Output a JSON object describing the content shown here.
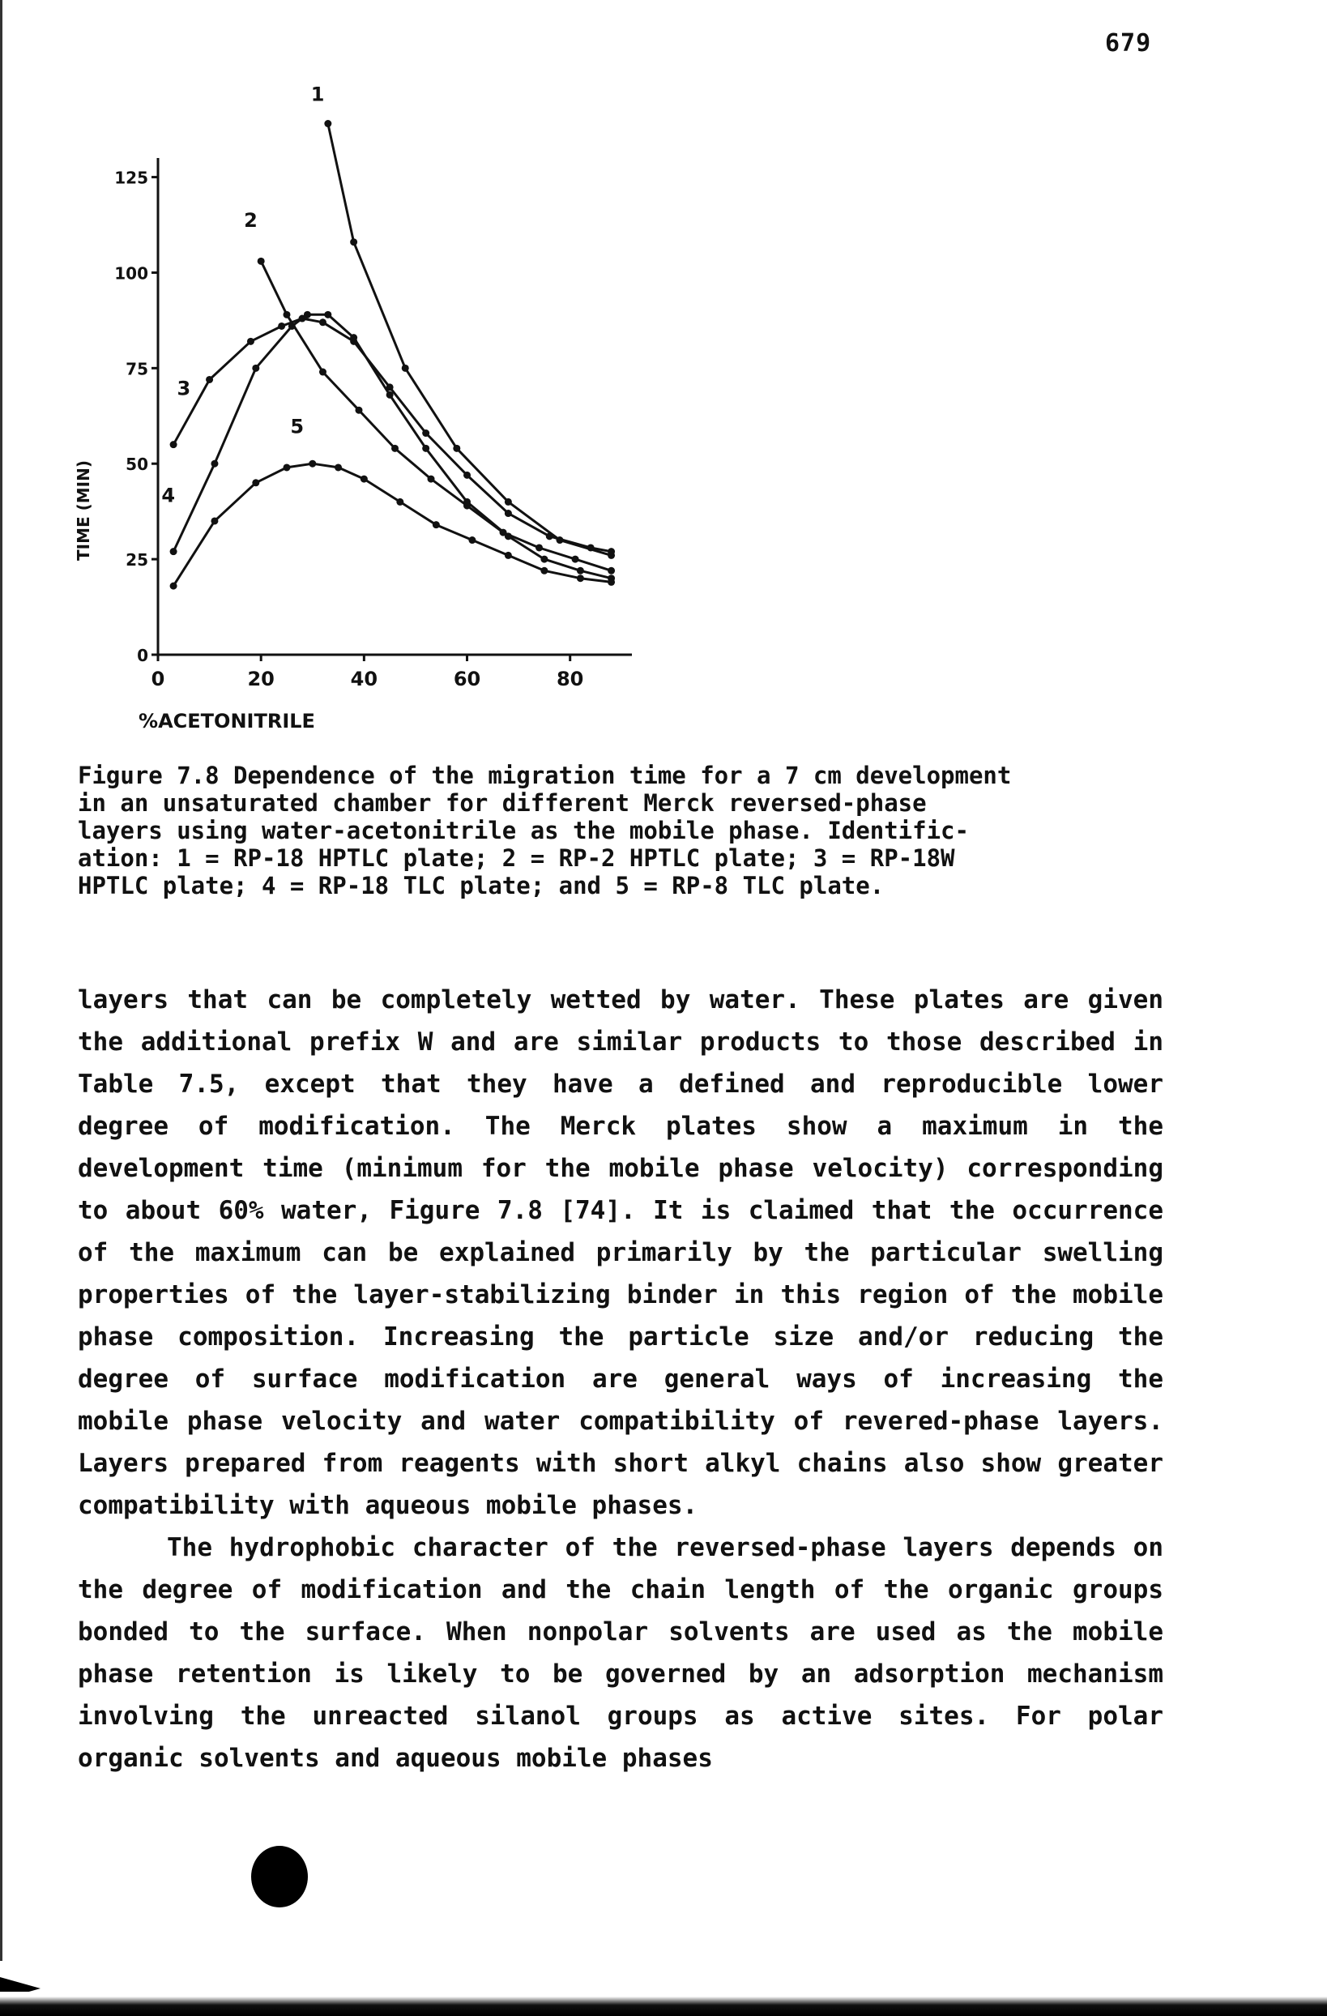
{
  "page": {
    "number": "679"
  },
  "figure": {
    "caption": "Figure 7.8 Dependence of the migration time for a 7 cm development\nin an unsaturated chamber for different Merck reversed-phase\nlayers using water-acetonitrile as the mobile phase. Identific-\nation: 1 = RP-18 HPTLC plate; 2 = RP-2 HPTLC plate; 3 = RP-18W\nHPTLC plate; 4 = RP-18 TLC plate; and 5 = RP-8 TLC plate."
  },
  "chart_data": {
    "type": "line",
    "xlabel": "%ACETONITRILE",
    "ylabel": "TIME (MIN)",
    "xlim": [
      0,
      92
    ],
    "ylim": [
      0,
      130
    ],
    "x_ticks": [
      0,
      20,
      40,
      60,
      80
    ],
    "x_tick_labels": [
      "0",
      "20",
      "40",
      "60",
      "80"
    ],
    "y_ticks": [
      0,
      25,
      50,
      75,
      100,
      125
    ],
    "y_tick_labels": [
      "0",
      "25",
      "50",
      "75",
      "100",
      "125"
    ],
    "grid": false,
    "series": [
      {
        "name": "1",
        "x": [
          33,
          38,
          48,
          58,
          68,
          78,
          88
        ],
        "y": [
          139,
          108,
          75,
          54,
          40,
          30,
          26
        ]
      },
      {
        "name": "2",
        "x": [
          20,
          25,
          32,
          39,
          46,
          53,
          60,
          67,
          74,
          81,
          88
        ],
        "y": [
          103,
          89,
          74,
          64,
          54,
          46,
          39,
          32,
          28,
          25,
          22
        ]
      },
      {
        "name": "3",
        "x": [
          3,
          10,
          18,
          24,
          28,
          32,
          38,
          45,
          52,
          60,
          68,
          76,
          84,
          88
        ],
        "y": [
          55,
          72,
          82,
          86,
          88,
          87,
          82,
          70,
          58,
          47,
          37,
          31,
          28,
          27
        ]
      },
      {
        "name": "4",
        "x": [
          3,
          11,
          19,
          26,
          29,
          33,
          38,
          45,
          52,
          60,
          68,
          75,
          82,
          88
        ],
        "y": [
          27,
          50,
          75,
          86,
          89,
          89,
          83,
          68,
          54,
          40,
          31,
          25,
          22,
          20
        ]
      },
      {
        "name": "5",
        "x": [
          3,
          11,
          19,
          25,
          30,
          35,
          40,
          47,
          54,
          61,
          68,
          75,
          82,
          88
        ],
        "y": [
          18,
          35,
          45,
          49,
          50,
          49,
          46,
          40,
          34,
          30,
          26,
          22,
          20,
          19
        ]
      }
    ],
    "annotations": [
      {
        "text": "1",
        "x": 31,
        "y": 145
      },
      {
        "text": "2",
        "x": 18,
        "y": 112
      },
      {
        "text": "3",
        "x": 5,
        "y": 68
      },
      {
        "text": "4",
        "x": 2,
        "y": 40
      },
      {
        "text": "5",
        "x": 27,
        "y": 58
      }
    ]
  },
  "body": {
    "paragraph_1": "layers that can be completely wetted by water. These plates are given the additional prefix W and are similar products to those described in Table 7.5, except that they have a defined and reproducible lower degree of modification. The Merck plates show a maximum in the development time (minimum for the mobile phase velocity) corresponding to about 60% water, Figure 7.8 [74]. It is claimed that the occurrence of the maximum can be explained primarily by the particular swelling properties of the layer-stabilizing binder in this region of the mobile phase composition. Increasing the particle size and/or reducing the degree of surface modification are general ways of increasing the mobile phase velocity and water compatibility of revered-phase layers. Layers prepared from reagents with short alkyl chains also show greater compatibility with aqueous mobile phases.",
    "paragraph_2": "The hydrophobic character of the reversed-phase layers depends on the degree of modification and the chain length of the organic groups bonded to the surface. When nonpolar solvents are used as the mobile phase retention is likely to be governed by an adsorption mechanism involving the unreacted silanol groups as active sites. For polar organic solvents and aqueous mobile phases"
  }
}
